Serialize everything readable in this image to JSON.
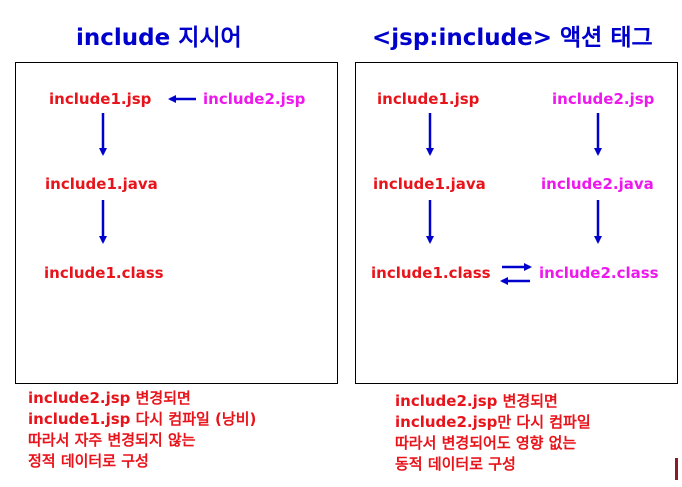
{
  "left": {
    "title": "include 지시어",
    "labels": {
      "jsp1": "include1.jsp",
      "jsp2": "include2.jsp",
      "java1": "include1.java",
      "class1": "include1.class"
    },
    "note": [
      "include2.jsp 변경되면",
      "include1.jsp 다시 컴파일 (낭비)",
      "따라서 자주 변경되지 않는",
      "정적 데이터로 구성"
    ]
  },
  "right": {
    "title": "<jsp:include> 액션 태그",
    "labels": {
      "jsp1": "include1.jsp",
      "jsp2": "include2.jsp",
      "java1": "include1.java",
      "java2": "include2.java",
      "class1": "include1.class",
      "class2": "include2.class"
    },
    "note": [
      "include2.jsp 변경되면",
      "include2.jsp만 다시 컴파일",
      "따라서 변경되어도 영향 없는",
      "동적 데이터로 구성"
    ]
  },
  "colors": {
    "title": "#0000cc",
    "include1": "#e8141b",
    "include2": "#ee18ee",
    "arrow": "#0000cc"
  }
}
